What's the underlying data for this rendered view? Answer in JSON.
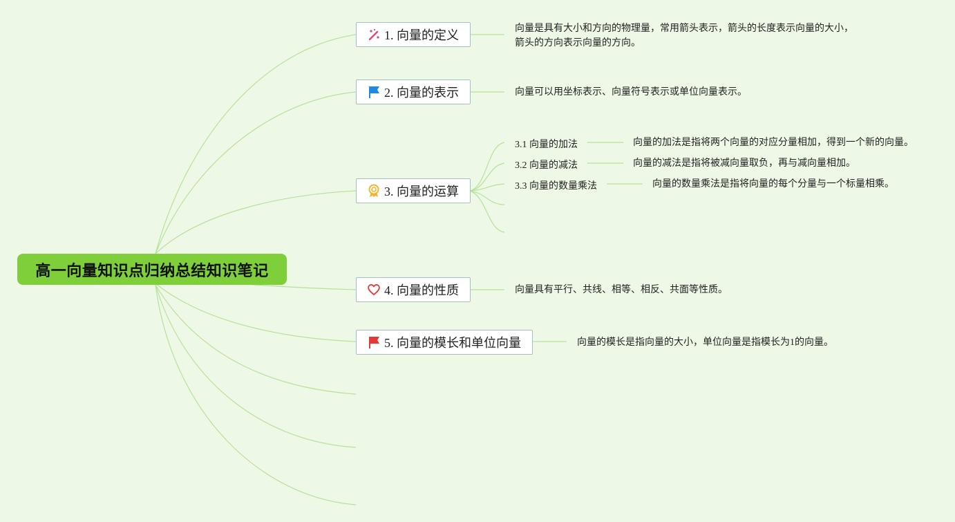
{
  "root": {
    "title": "高一向量知识点归纳总结知识笔记"
  },
  "topics": [
    {
      "label": "1. 向量的定义",
      "icon": "magic-wand-icon",
      "note_lines": [
        "向量是具有大小和方向的物理量，常用箭头表示，箭头的长度表示向量的大小，",
        "箭头的方向表示向量的方向。"
      ]
    },
    {
      "label": "2. 向量的表示",
      "icon": "blue-flag-icon",
      "note_lines": [
        "向量可以用坐标表示、向量符号表示或单位向量表示。"
      ]
    },
    {
      "label": "3. 向量的运算",
      "icon": "award-medal-icon",
      "subtopics": [
        {
          "label": "3.1 向量的加法",
          "note": "向量的加法是指将两个向量的对应分量相加，得到一个新的向量。"
        },
        {
          "label": "3.2 向量的减法",
          "note": "向量的减法是指将被减向量取负，再与减向量相加。"
        },
        {
          "label": "3.3 向量的数量乘法",
          "note": "向量的数量乘法是指将向量的每个分量与一个标量相乘。"
        }
      ]
    },
    {
      "label": "4. 向量的性质",
      "icon": "heart-icon",
      "note_lines": [
        "向量具有平行、共线、相等、相反、共面等性质。"
      ]
    },
    {
      "label": "5. 向量的模长和单位向量",
      "icon": "red-flag-icon",
      "note_lines": [
        "向量的模长是指向量的大小，单位向量是指模长为1的向量。"
      ]
    }
  ],
  "colors": {
    "background": "#eef8e6",
    "root": "#7fcf3a",
    "edge": "#b5e29a",
    "topic_border": "#a6c0c0"
  }
}
